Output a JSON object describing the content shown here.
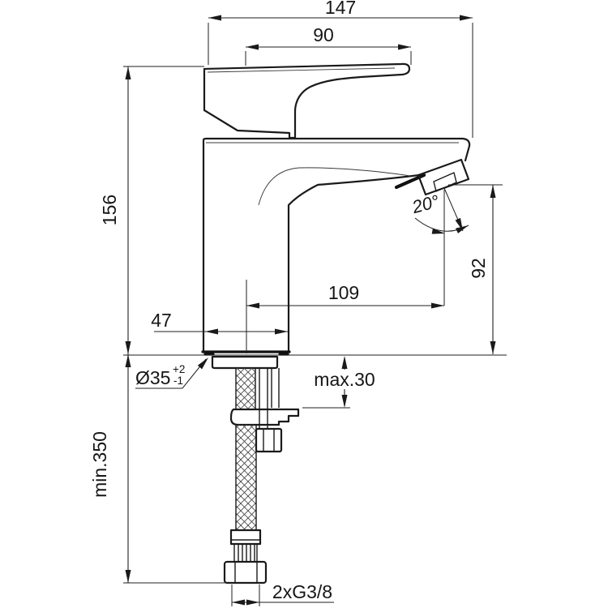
{
  "drawing": {
    "kind": "technical installation drawing",
    "subject": "single-lever basin mixer tap, side view with flexible supply hoses",
    "units": "mm",
    "colors": {
      "line": "#1a1a1a",
      "background": "#ffffff"
    },
    "annotations": {
      "overall_projection": "147",
      "handle_projection": "90",
      "body_height": "156",
      "spout_reach": "109",
      "outlet_height": "92",
      "base_width": "47",
      "outlet_angle": "20°",
      "hole_diameter": "Ø35",
      "hole_tolerance_plus": "+2",
      "hole_tolerance_minus": "-1",
      "deck_thickness": "max.30",
      "hose_length": "min.350",
      "supply_connection": "2xG3/8"
    }
  }
}
